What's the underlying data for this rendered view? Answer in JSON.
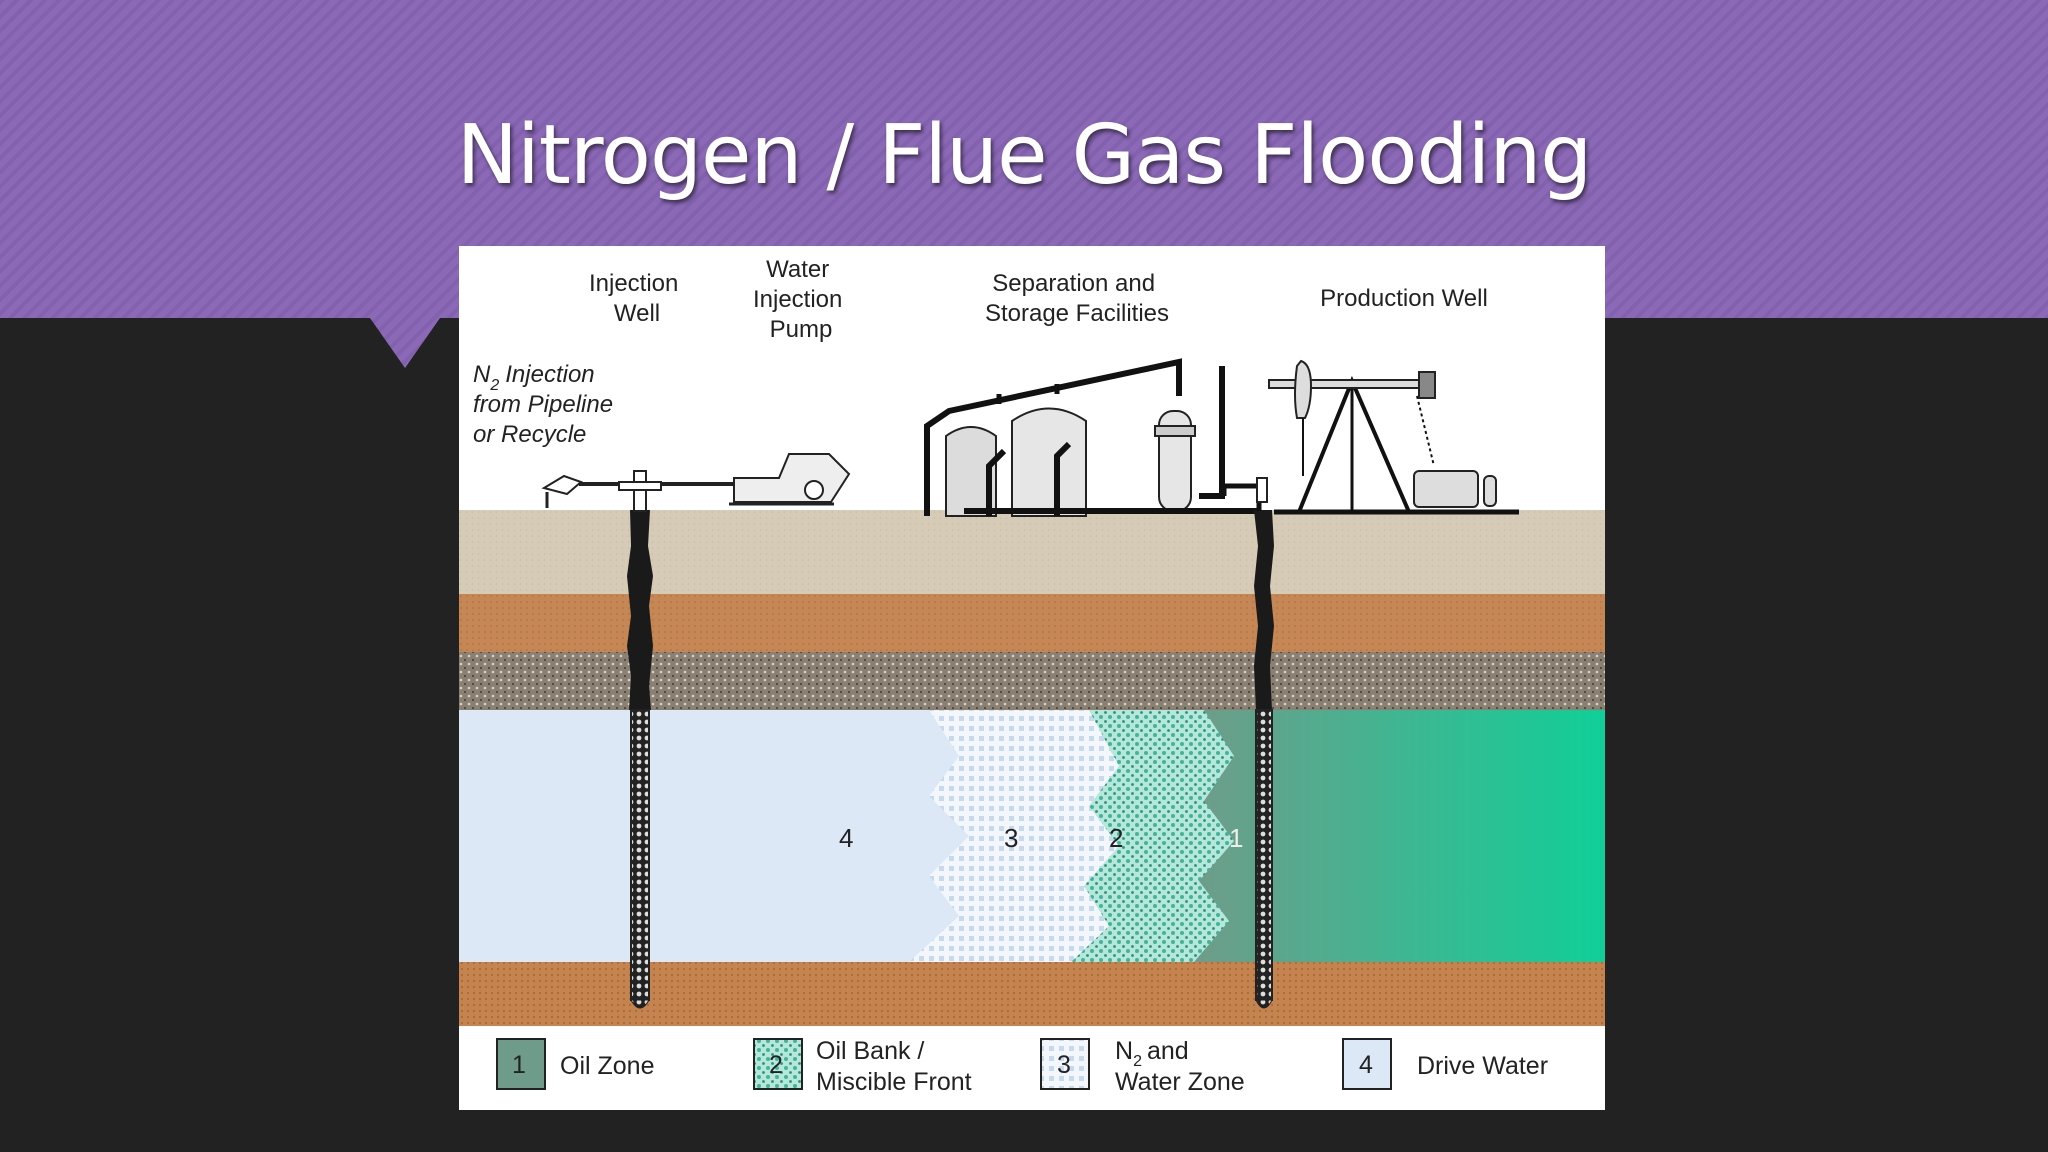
{
  "slide": {
    "title": "Nitrogen / Flue Gas Flooding",
    "colors": {
      "band": "#8c69b7",
      "background": "#222222"
    }
  },
  "diagram": {
    "labels": {
      "injection_well": [
        "Injection",
        "Well"
      ],
      "water_injection_pump": [
        "Water",
        "Injection",
        "Pump"
      ],
      "separation_storage": [
        "Separation and",
        "Storage Facilities"
      ],
      "production_well": "Production Well",
      "n2_source": [
        "Injection",
        "from Pipeline",
        "or Recycle"
      ],
      "n2_symbol": "N",
      "n2_subscript": "2"
    },
    "zones": [
      {
        "number": "4",
        "name": "Drive Water",
        "color": "#dce8f6"
      },
      {
        "number": "3",
        "name": "N2 and Water Zone",
        "color": "#ffffff"
      },
      {
        "number": "2",
        "name": "Oil Bank / Miscible Front",
        "color": "#7fd1bf"
      },
      {
        "number": "1",
        "name": "Oil Zone",
        "color": "#6f9c8a"
      }
    ],
    "legend": [
      {
        "number": "1",
        "lines": [
          "Oil Zone"
        ],
        "color": "#6f9c8a"
      },
      {
        "number": "2",
        "lines": [
          "Oil Bank /",
          "Miscible Front"
        ],
        "color": "#7fd1bf"
      },
      {
        "number": "3",
        "lines": [
          "and",
          "Water Zone"
        ],
        "prefix": "N",
        "sub": "2",
        "color": "#ffffff"
      },
      {
        "number": "4",
        "lines": [
          "Drive Water"
        ],
        "color": "#dce8f6"
      }
    ]
  }
}
